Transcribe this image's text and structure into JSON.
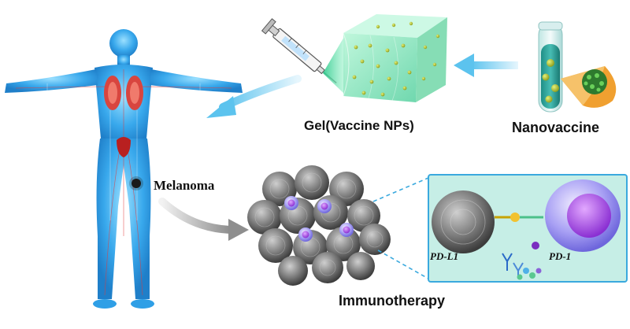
{
  "labels": {
    "gel": "Gel(Vaccine NPs)",
    "nanovaccine": "Nanovaccine",
    "melanoma": "Melanoma",
    "immunotherapy": "Immunotherapy",
    "pd_l1": "PD-L1",
    "pd_1": "PD-1"
  },
  "colors": {
    "arrow_blue": "#5cc3ee",
    "arrow_gray": "#9a9a9a",
    "body_blue": "#2f9fe6",
    "gel_green": "#7fe3b8",
    "inset_bg": "#c6eee6",
    "inset_border": "#3aa9de",
    "tumor_gray": "#7d7d7d",
    "t_cell_purple": "#8e6ae0"
  },
  "icons": [
    "human-body-icon",
    "syringe-icon",
    "gel-block-icon",
    "test-tube-icon",
    "nanoparticle-icon",
    "tumor-cell-icon",
    "t-cell-icon",
    "antibody-icon"
  ]
}
